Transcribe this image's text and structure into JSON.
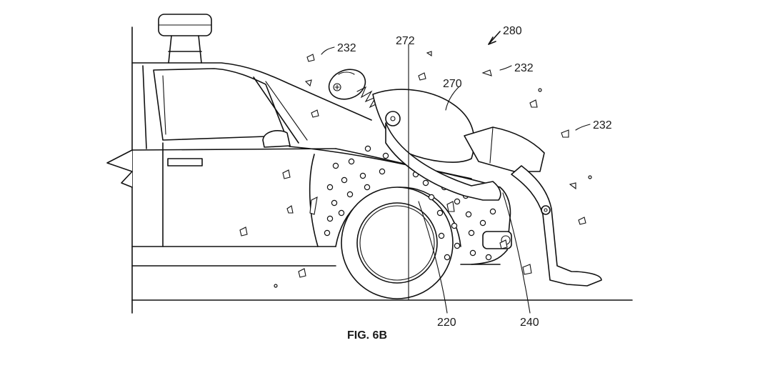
{
  "figure": {
    "caption": "FIG. 6B",
    "reference_numerals": {
      "debris_top_left": "232",
      "impact_line": "272",
      "assembly": "280",
      "pedestrian": "270",
      "debris_upper_right": "232",
      "debris_right": "232",
      "hood_region": "220",
      "adhesive_layer": "240"
    }
  }
}
